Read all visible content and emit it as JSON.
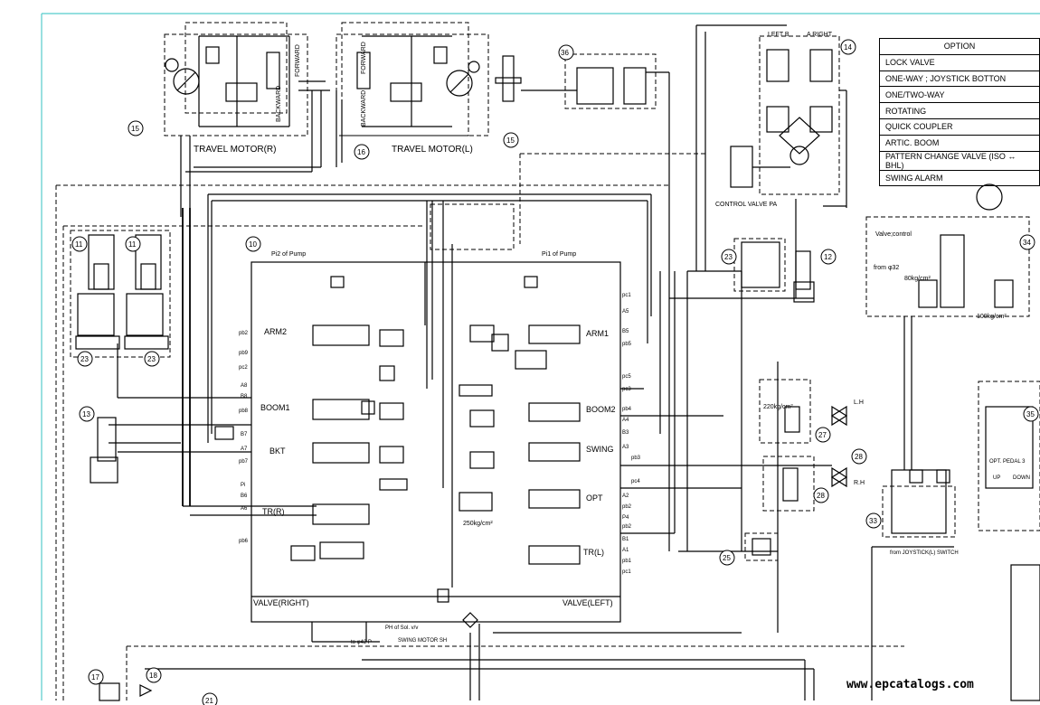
{
  "option_table": {
    "title": "OPTION",
    "rows": [
      "LOCK VALVE",
      "ONE-WAY ; JOYSTICK BOTTON",
      "ONE/TWO-WAY",
      "ROTATING",
      "QUICK COUPLER",
      "ARTIC. BOOM",
      "PATTERN CHANGE VALVE (ISO ↔ BHL)",
      "SWING ALARM"
    ]
  },
  "labels": {
    "travel_motor_r": "TRAVEL MOTOR(R)",
    "travel_motor_l": "TRAVEL MOTOR(L)",
    "forward": "FORWARD",
    "backward": "BACKWARD",
    "control_valve_pa": "CONTROL VALVE PA",
    "left_b": "LEFT B",
    "a_right": "A RIGHT",
    "valve_control": "Valve;control",
    "from_p32": "from φ32",
    "pressure_80": "80kg/cm²",
    "pressure_100": "100kg/cm²",
    "pi2_of_pump": "Pi2 of Pump",
    "pi1_of_pump": "Pi1 of Pump",
    "arm2": "ARM2",
    "arm1": "ARM1",
    "boom1": "BOOM1",
    "boom2": "BOOM2",
    "bkt": "BKT",
    "swing": "SWING",
    "tr_r": "TR(R)",
    "opt": "OPT",
    "tr_l": "TR(L)",
    "valve_right": "VALVE(RIGHT)",
    "valve_left": "VALVE(LEFT)",
    "pressure_220": "220kg/cm²",
    "pressure_250": "250kg/cm²",
    "ph_of_sol": "PH of Sol. v/v",
    "swing_motor_sh": "SWING MOTOR SH",
    "to_42p": "to φ42 P",
    "from_joystick": "from JOYSTICK(L) SWITCH",
    "opt_pedal": "OPT. PEDAL 3",
    "up": "UP",
    "down": "DOWN",
    "lh": "L.H",
    "rh": "R.H",
    "watermark": "www.epcatalogs.com"
  },
  "callouts": [
    "15",
    "16",
    "15",
    "36",
    "14",
    "10",
    "11",
    "11",
    "23",
    "23",
    "12",
    "23",
    "13",
    "34",
    "35",
    "27",
    "28",
    "28",
    "25",
    "33",
    "17",
    "18",
    "21"
  ],
  "ports_left": [
    "pb2",
    "pb9",
    "pc2",
    "A8",
    "B8",
    "pb8",
    "B7",
    "A7",
    "pb7",
    "Pi",
    "B6",
    "A6",
    "pb6"
  ],
  "ports_right": [
    "pc1",
    "A5",
    "B5",
    "pb5",
    "pc3",
    "pc5",
    "pb4",
    "A4",
    "B3",
    "pb3",
    "A3",
    "pc4",
    "A2",
    "pb2",
    "P4",
    "pb2",
    "B1",
    "A1",
    "pb1",
    "pc1"
  ]
}
